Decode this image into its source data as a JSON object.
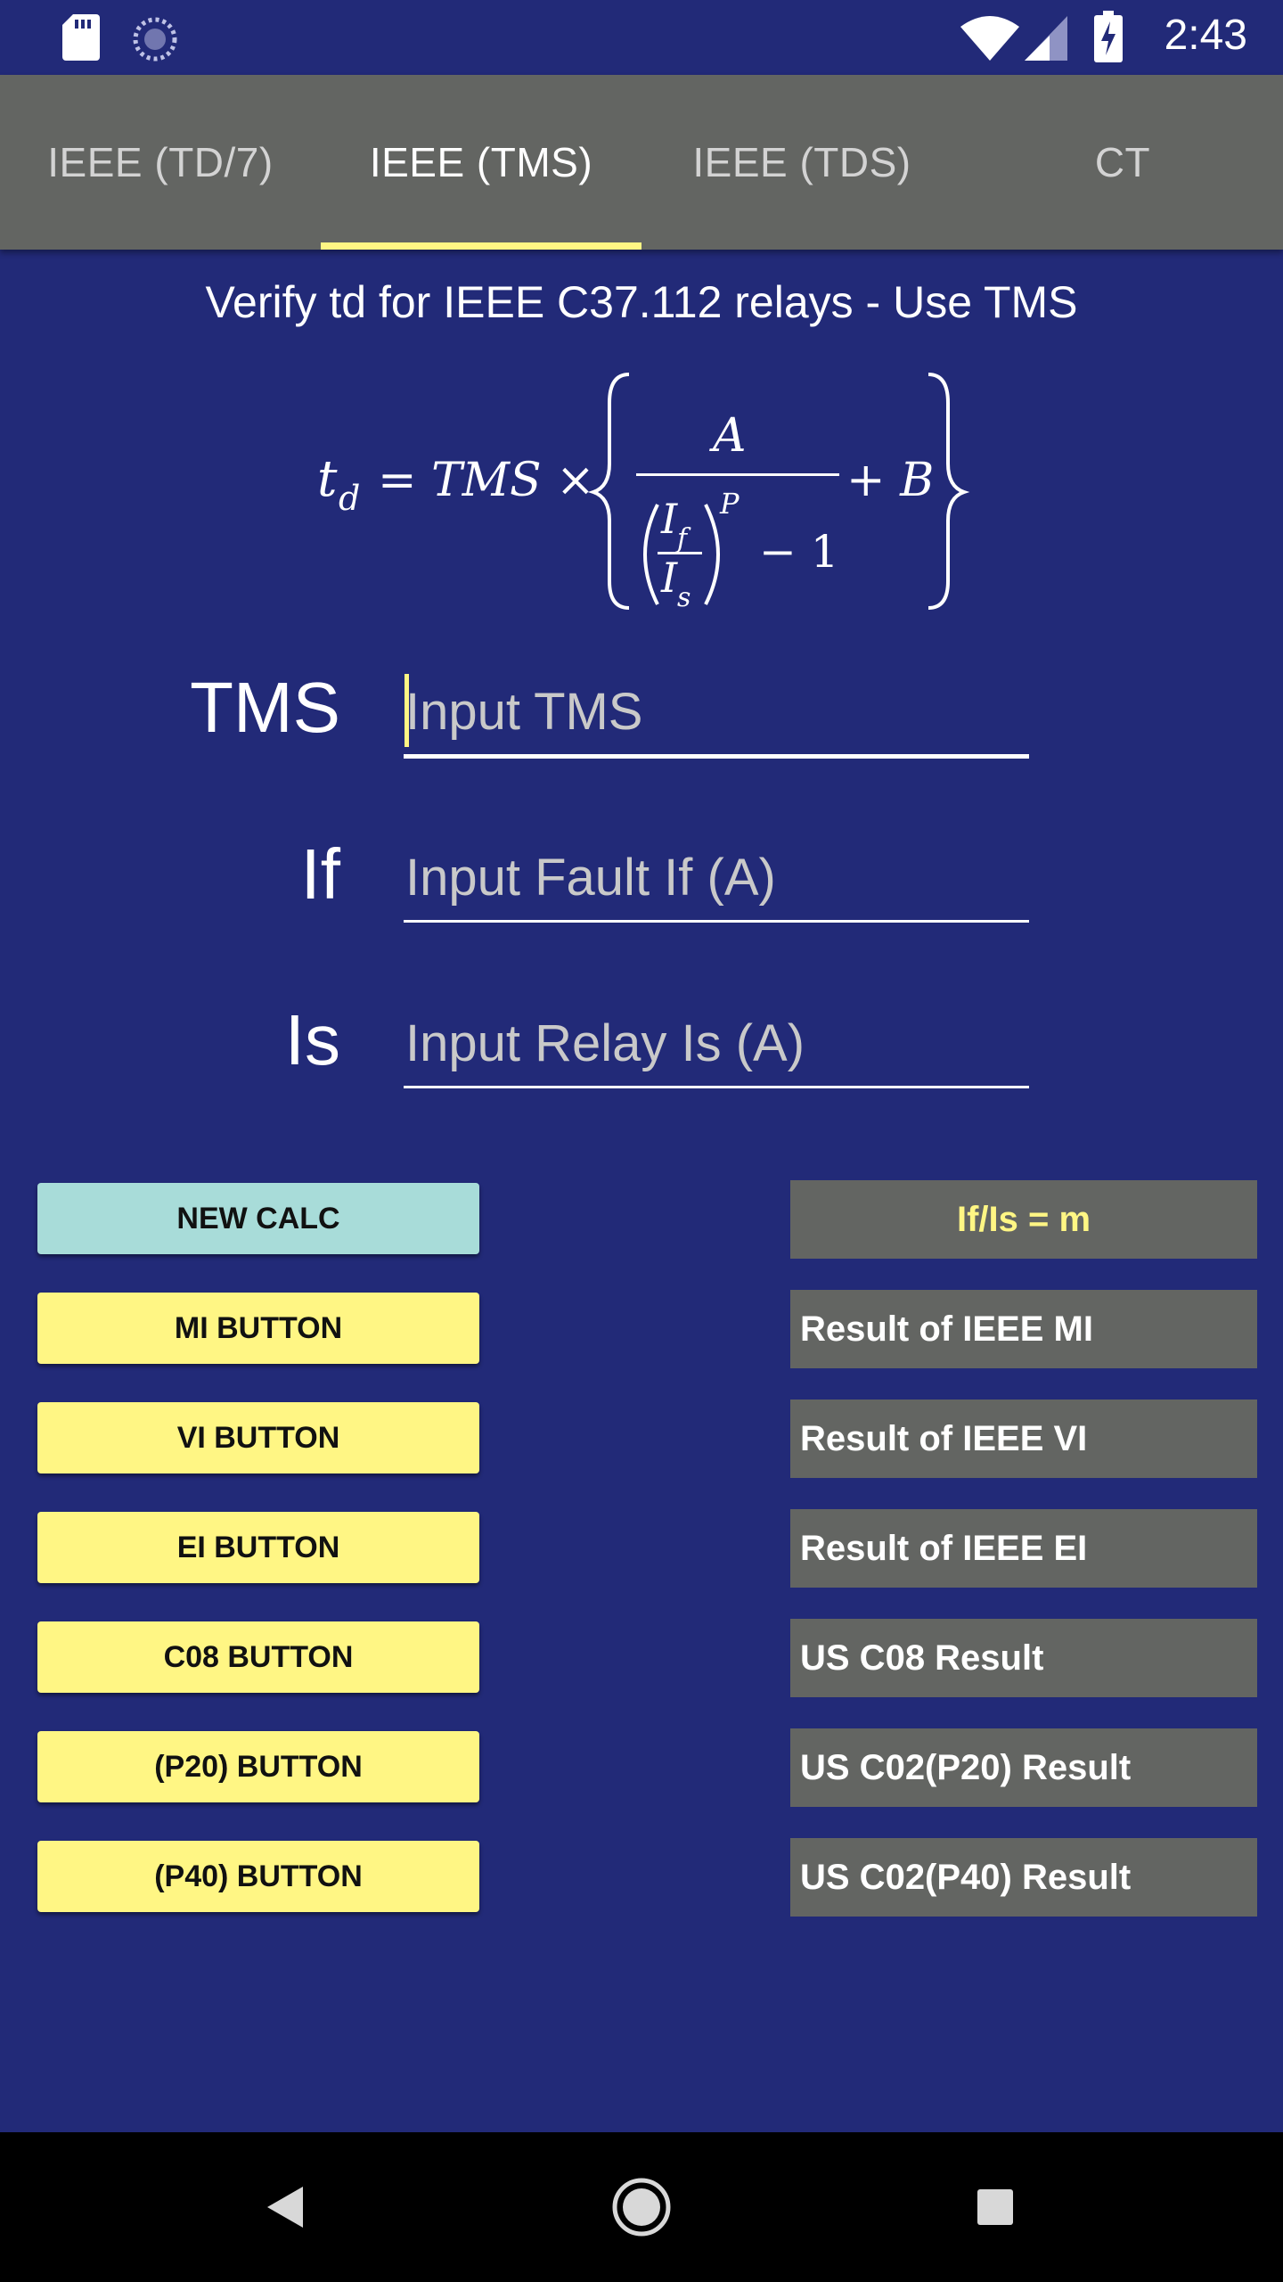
{
  "status_bar": {
    "time": "2:43",
    "icons": [
      "sd-card-icon",
      "sync-icon",
      "wifi-icon",
      "cell-signal-icon",
      "battery-charging-icon"
    ]
  },
  "tabs": [
    {
      "label": "IEEE (TD/7)",
      "active": false
    },
    {
      "label": "IEEE (TMS)",
      "active": true
    },
    {
      "label": "IEEE (TDS)",
      "active": false
    },
    {
      "label": "CT",
      "active": false
    }
  ],
  "header": {
    "title": "Verify td for IEEE C37.112 relays - Use TMS"
  },
  "formula": {
    "lhs": "t",
    "lhs_sub": "d",
    "equals_expr": "= TMS ×",
    "numerator": "A",
    "base_num": "I",
    "base_num_sub": "f",
    "base_den": "I",
    "base_den_sub": "s",
    "exponent": "P",
    "minus_one": "− 1",
    "plus_b": "+ B"
  },
  "form": {
    "tms": {
      "label": "TMS",
      "placeholder": "Input TMS"
    },
    "if": {
      "label": "If",
      "placeholder": "Input Fault If (A)"
    },
    "is": {
      "label": "Is",
      "placeholder": "Input Relay Is (A)"
    }
  },
  "buttons": {
    "new_calc": "NEW CALC",
    "mi": "MI BUTTON",
    "vi": "VI BUTTON",
    "ei": "EI BUTTON",
    "c08": "C08 BUTTON",
    "p20": "(P20) BUTTON",
    "p40": "(P40) BUTTON"
  },
  "results": {
    "ratio": "If/Is = m",
    "mi": "Result of IEEE MI",
    "vi": "Result of IEEE VI",
    "ei": "Result of IEEE EI",
    "c08": "US C08 Result",
    "p20": "US C02(P20) Result",
    "p40": "US C02(P40) Result"
  },
  "colors": {
    "background": "#222a78",
    "tab_bar": "#636562",
    "accent_yellow": "#fff684",
    "new_calc_button": "#a8dcd9",
    "result_box": "#636562"
  },
  "nav_bar": {
    "icons": [
      "back-icon",
      "home-icon",
      "recents-icon"
    ]
  }
}
